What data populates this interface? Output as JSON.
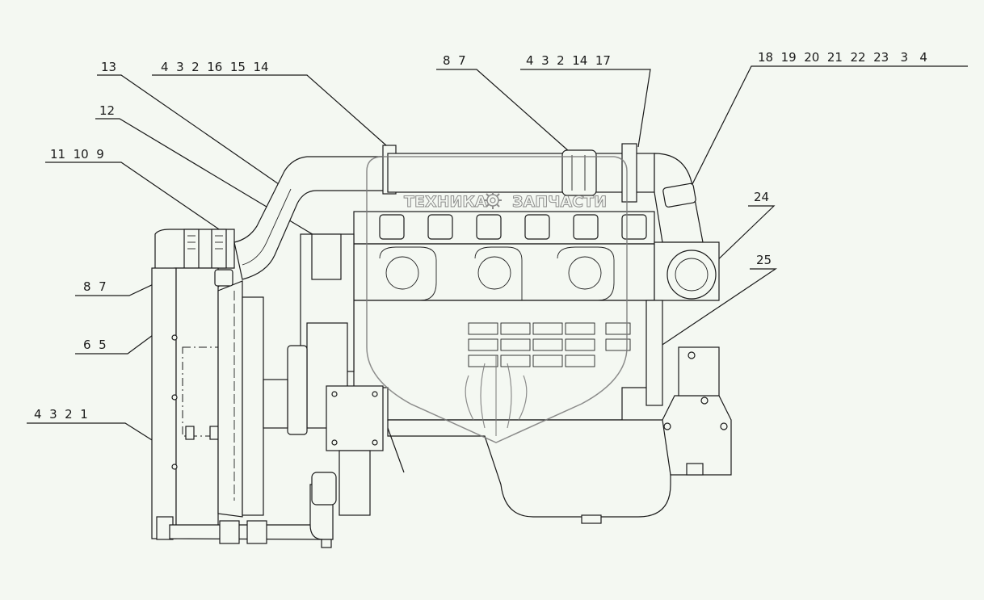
{
  "watermark": {
    "left_text": "ТЕХНИКА",
    "right_text": "ЗАПЧАСТИ",
    "gear_icon": "gear-icon",
    "color": "#7a7a7a"
  },
  "callouts": [
    {
      "id": "c-13",
      "text": "13"
    },
    {
      "id": "c-4-3-2-16-15-14",
      "text": "4  3  2  16  15  14"
    },
    {
      "id": "c-12",
      "text": "12"
    },
    {
      "id": "c-11-10-9",
      "text": "11  10  9"
    },
    {
      "id": "c-8-7-left",
      "text": "8  7"
    },
    {
      "id": "c-6-5",
      "text": "6  5"
    },
    {
      "id": "c-4-3-2-1",
      "text": "4  3  2  1"
    },
    {
      "id": "c-8-7-top",
      "text": "8  7"
    },
    {
      "id": "c-4-3-2-14-17",
      "text": "4  3  2  14  17"
    },
    {
      "id": "c-18-23",
      "text": "18  19  20  21  22  23   3   4"
    },
    {
      "id": "c-24",
      "text": "24"
    },
    {
      "id": "c-25",
      "text": "25"
    }
  ],
  "colors": {
    "background": "#f4f8f2",
    "ink": "#1a1a1a"
  }
}
